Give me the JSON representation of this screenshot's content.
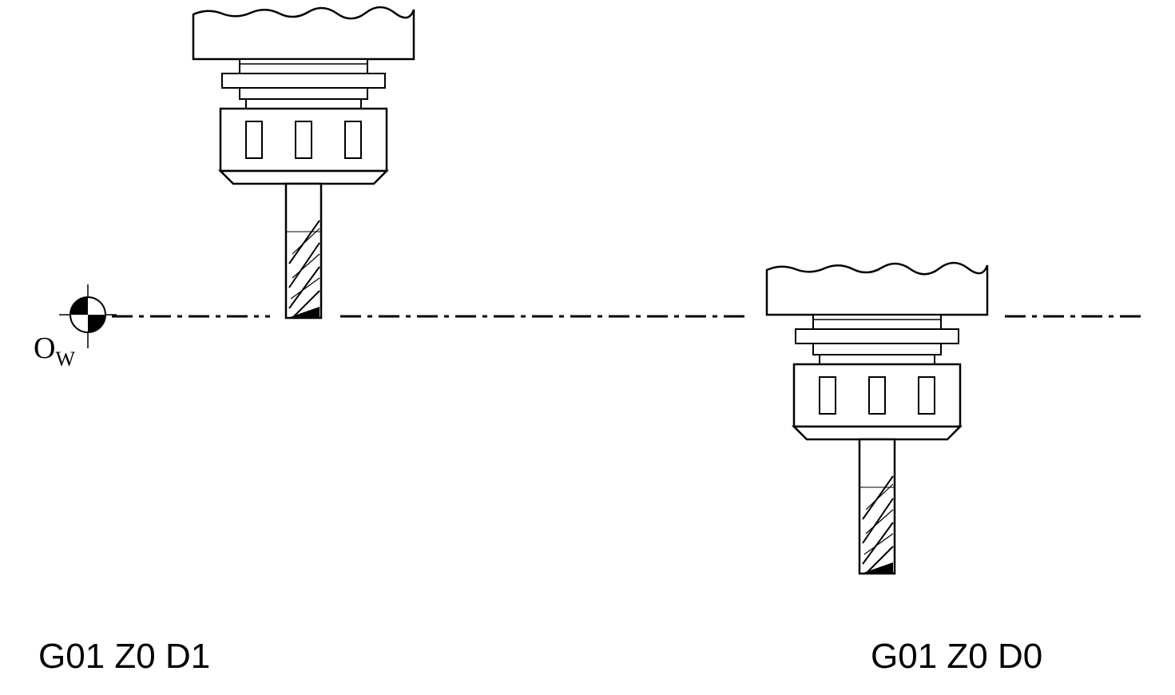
{
  "diagram": {
    "origin_label": {
      "main": "O",
      "sub": "W"
    },
    "captions": {
      "left": "G01 Z0 D1",
      "right": "G01 Z0 D0"
    },
    "colors": {
      "line": "#000000",
      "background": "#ffffff"
    }
  }
}
